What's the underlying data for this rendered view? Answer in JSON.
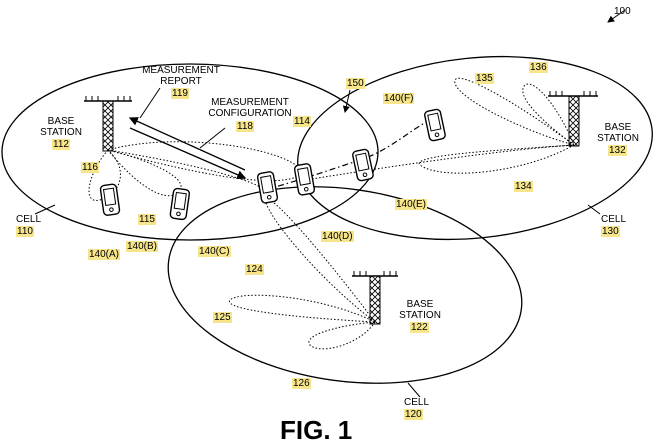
{
  "figure": {
    "number_ref": "100",
    "title": "FIG. 1",
    "measurement_report": {
      "line1": "MEASUREMENT",
      "line2": "REPORT",
      "ref": "119"
    },
    "measurement_configuration": {
      "line1": "MEASUREMENT",
      "line2": "CONFIGURATION",
      "ref": "118"
    },
    "base_stations": [
      {
        "line1": "BASE",
        "line2": "STATION",
        "ref": "112"
      },
      {
        "line1": "BASE",
        "line2": "STATION",
        "ref": "122"
      },
      {
        "line1": "BASE",
        "line2": "STATION",
        "ref": "132"
      }
    ],
    "cells": [
      {
        "label": "CELL",
        "ref": "110"
      },
      {
        "label": "CELL",
        "ref": "120"
      },
      {
        "label": "CELL",
        "ref": "130"
      }
    ],
    "devices": [
      {
        "label": "140(A)"
      },
      {
        "label": "140(B)"
      },
      {
        "label": "140(C)"
      },
      {
        "label": "140(D)"
      },
      {
        "label": "140(E)"
      },
      {
        "label": "140(F)"
      }
    ],
    "beam_refs": [
      "114",
      "115",
      "116",
      "124",
      "125",
      "126",
      "134",
      "135",
      "136",
      "150"
    ]
  }
}
